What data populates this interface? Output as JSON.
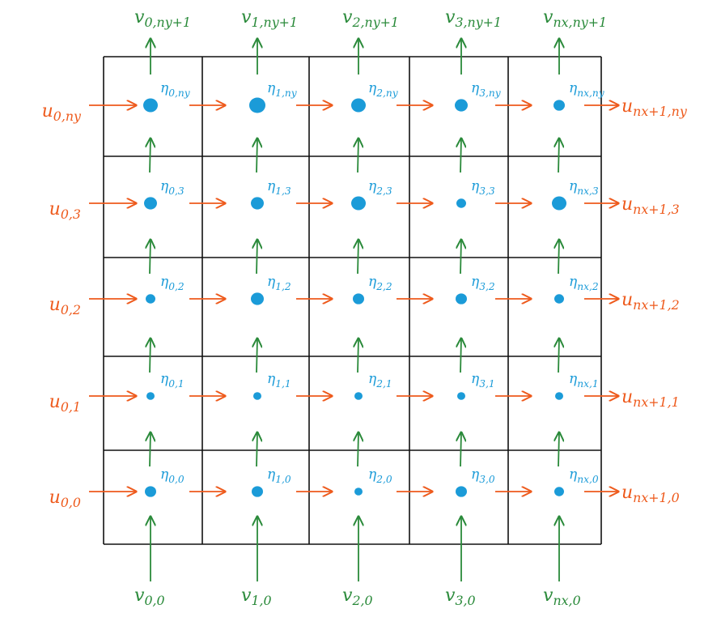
{
  "colors": {
    "grid": "#111111",
    "eta": "#1b9bd8",
    "u": "#ee5a1c",
    "v": "#2a8a3a",
    "background": "#ffffff"
  },
  "columns": [
    "0",
    "1",
    "2",
    "3",
    "nx"
  ],
  "rows": [
    "ny",
    "3",
    "2",
    "1",
    "0"
  ],
  "eta_labels": [
    [
      "η0,ny",
      "η1,ny",
      "η2,ny",
      "η3,ny",
      "ηnx,ny"
    ],
    [
      "η0,3",
      "η1,3",
      "η2,3",
      "η3,3",
      "ηnx,3"
    ],
    [
      "η0,2",
      "η1,2",
      "η2,2",
      "η3,2",
      "ηnx,2"
    ],
    [
      "η0,1",
      "η1,1",
      "η2,1",
      "η3,1",
      "ηnx,1"
    ],
    [
      "η0,0",
      "η1,0",
      "η2,0",
      "η3,0",
      "ηnx,0"
    ]
  ],
  "u_left_labels": [
    "u0,ny",
    "u0,3",
    "u0,2",
    "u0,1",
    "u0,0"
  ],
  "u_right_labels": [
    "unx+1,ny",
    "unx+1,3",
    "unx+1,2",
    "unx+1,1",
    "unx+1,0"
  ],
  "v_top_labels": [
    "v0,ny+1",
    "v1,ny+1",
    "v2,ny+1",
    "v3,ny+1",
    "vnx,ny+1"
  ],
  "v_bottom_labels": [
    "v0,0",
    "v1,0",
    "v2,0",
    "v3,0",
    "vnx,0"
  ]
}
